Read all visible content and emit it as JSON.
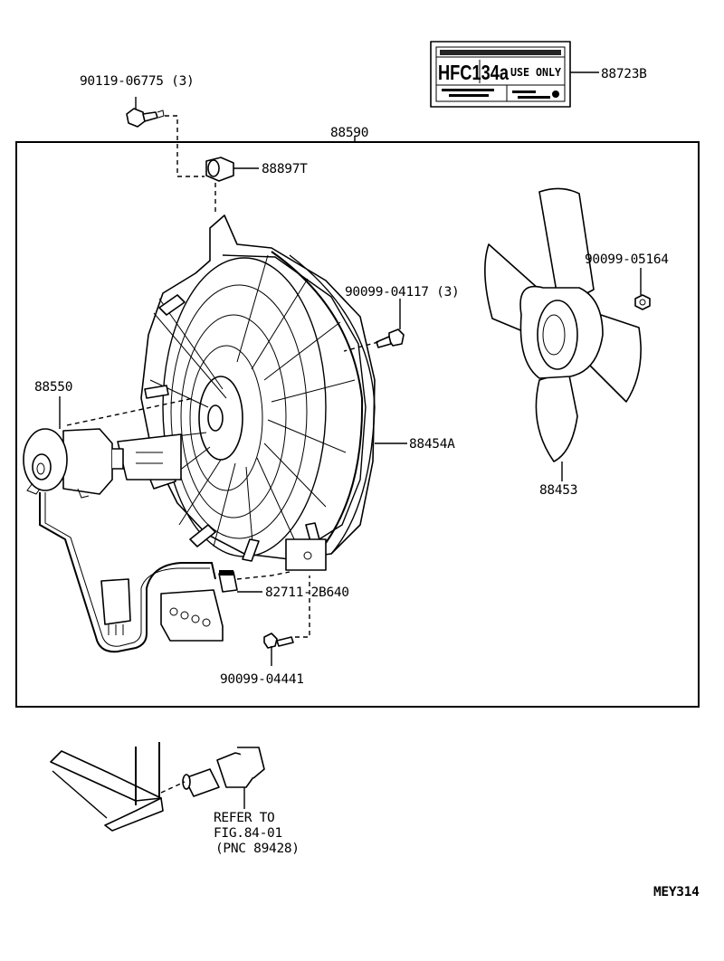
{
  "labels": {
    "bolt_top": "90119-06775 (3)",
    "cushion": "88897T",
    "assembly": "88590",
    "caution_label": "88723B",
    "bolt_mid": "90099-04117 (3)",
    "nut_fan": "90099-05164",
    "motor": "88550",
    "shroud": "88454A",
    "fan": "88453",
    "connector": "82711-2B640",
    "bolt_bottom": "90099-04441",
    "refer_line1": "REFER TO",
    "refer_line2": "FIG.84-01",
    "refer_line3": "(PNC 89428)",
    "figure_code": "MEY314"
  },
  "caution_plate": {
    "main_text": "HFC134a",
    "use_only": "USE ONLY"
  }
}
